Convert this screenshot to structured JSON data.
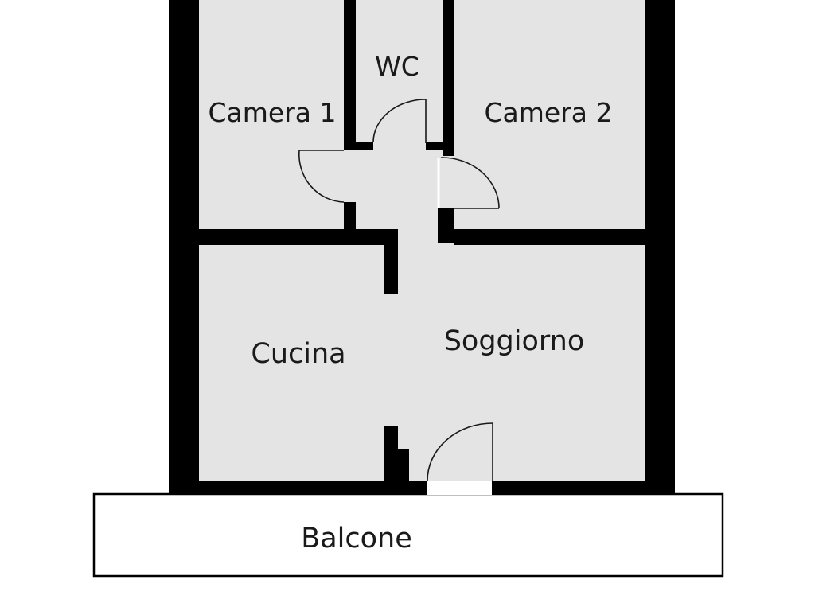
{
  "floorplan": {
    "rooms": {
      "camera1": "Camera 1",
      "wc": "WC",
      "camera2": "Camera 2",
      "cucina": "Cucina",
      "soggiorno": "Soggiorno",
      "balcone": "Balcone"
    },
    "colors": {
      "floor": "#e4e4e4",
      "wall": "#000000",
      "outdoor": "#ffffff",
      "text": "#1a1a1a"
    }
  }
}
